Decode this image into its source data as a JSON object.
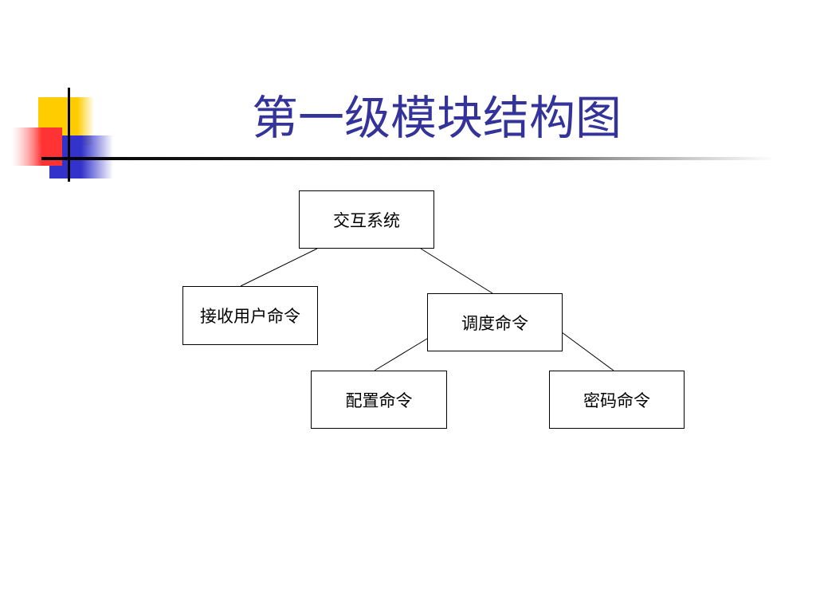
{
  "slide": {
    "title": "第一级模块结构图"
  },
  "diagram": {
    "root": "交互系统",
    "children": {
      "receive": "接收用户命令",
      "dispatch": "调度命令"
    },
    "dispatch_children": {
      "config": "配置命令",
      "password": "密码命令"
    }
  },
  "colors": {
    "title": "#333399",
    "accent_yellow": "#ffcc00",
    "accent_red": "#ff3333",
    "accent_blue": "#3333cc",
    "rule_line": "#000000"
  }
}
